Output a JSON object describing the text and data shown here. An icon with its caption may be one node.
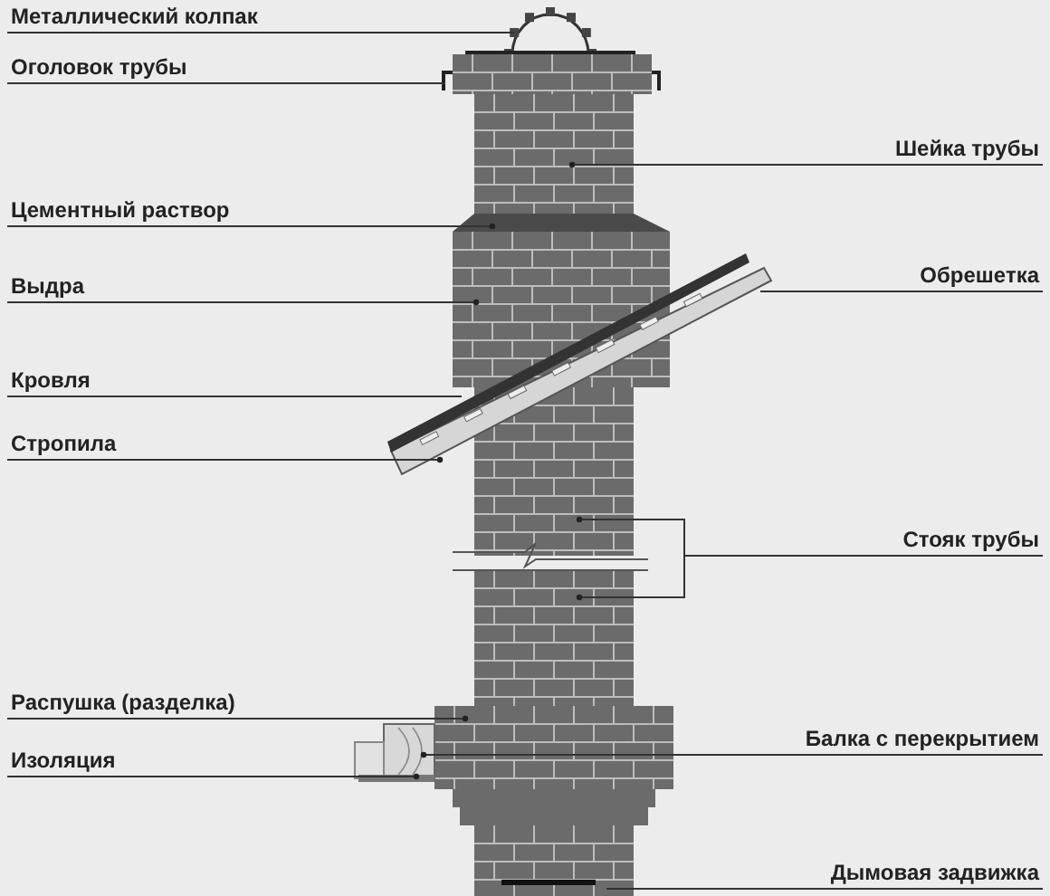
{
  "diagram": {
    "nodes": [
      {
        "text": [
          "Металлический колпак"
        ]
      },
      {
        "text": [
          "Оголовок трубы"
        ]
      },
      {
        "text": [
          "Шейка трубы"
        ]
      },
      {
        "text": [
          "Цементный раствор"
        ]
      },
      {
        "text": [
          "Выдра"
        ]
      },
      {
        "text": [
          "Обрешетка"
        ]
      },
      {
        "text": [
          "Кровля"
        ]
      },
      {
        "text": [
          "Стропила"
        ]
      },
      {
        "text": [
          "Стояк трубы"
        ]
      },
      {
        "text": [
          "Распушка (разделка)"
        ]
      },
      {
        "text": [
          "Балка с перекрытием"
        ]
      },
      {
        "text": [
          "Изоляция"
        ]
      },
      {
        "text": [
          "Дымовая задвижка"
        ]
      }
    ],
    "edges": [
      {
        "from": 0,
        "to": null,
        "arrow": "none"
      },
      {
        "from": 1,
        "to": null,
        "arrow": "none"
      },
      {
        "from": 2,
        "to": null,
        "arrow": "other"
      },
      {
        "from": 3,
        "to": null,
        "arrow": "other"
      },
      {
        "from": 4,
        "to": null,
        "arrow": "other"
      },
      {
        "from": 5,
        "to": null,
        "arrow": "none"
      },
      {
        "from": 6,
        "to": null,
        "arrow": "none"
      },
      {
        "from": 7,
        "to": null,
        "arrow": "other"
      },
      {
        "from": 8,
        "to": null,
        "arrow": "other"
      },
      {
        "from": 8,
        "to": null,
        "arrow": "other"
      },
      {
        "from": 9,
        "to": null,
        "arrow": "other"
      },
      {
        "from": 10,
        "to": null,
        "arrow": "other"
      },
      {
        "from": 11,
        "to": null,
        "arrow": "other"
      },
      {
        "from": 12,
        "to": null,
        "arrow": "none"
      }
    ]
  }
}
